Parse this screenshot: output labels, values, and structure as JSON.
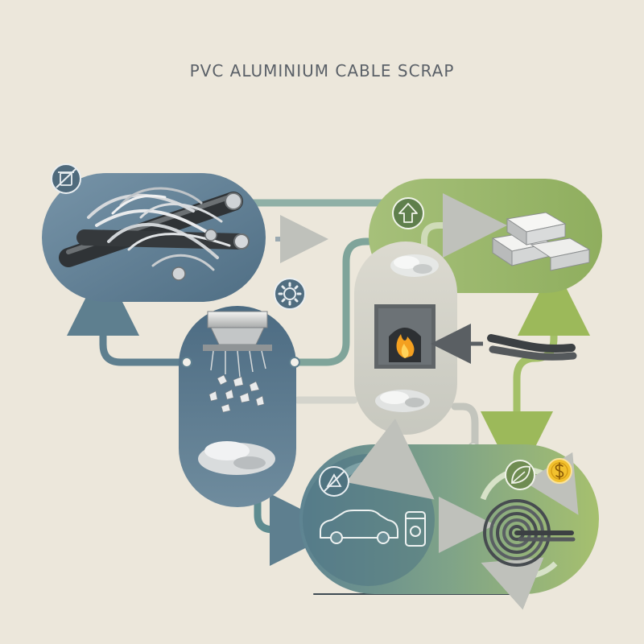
{
  "title": "PVC ALUMINIUM  CABLE SCRAP",
  "colors": {
    "background": "#ece7db",
    "blue_panel": "#5b7a90",
    "green_panel": "#8faa64",
    "grey_panel": "#d8d6cc",
    "arrow_blue": "#5e7f8f",
    "arrow_green": "#9cb95a",
    "flame": "#f4a020",
    "coin": "#f2c12e"
  },
  "icons": {
    "no_waste": "no-trash-icon",
    "upgrade": "up-arrow-icon",
    "process": "gear-icon",
    "no_scrap": "no-dump-icon",
    "eco": "leaf-icon",
    "value": "dollar-coin-icon"
  },
  "nodes": [
    "cable-scrap-bundle",
    "aluminium-ingots",
    "shredder-granulator",
    "melting-furnace",
    "reuse-products",
    "new-cable-coil"
  ]
}
